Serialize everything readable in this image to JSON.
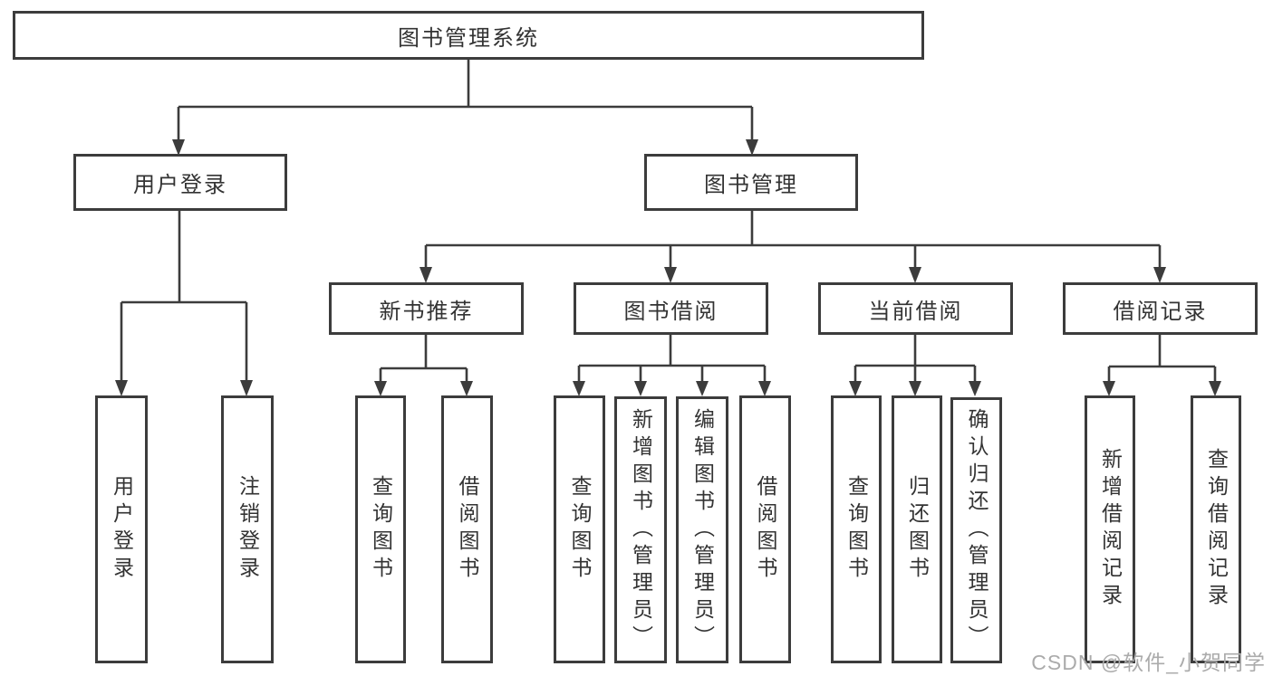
{
  "tree": {
    "label": "图书管理系统",
    "children": [
      {
        "label": "用户登录",
        "children": [
          {
            "label": "用户登录"
          },
          {
            "label": "注销登录"
          }
        ]
      },
      {
        "label": "图书管理",
        "children": [
          {
            "label": "新书推荐",
            "children": [
              {
                "label": "查询图书"
              },
              {
                "label": "借阅图书"
              }
            ]
          },
          {
            "label": "图书借阅",
            "children": [
              {
                "label": "查询图书"
              },
              {
                "label": "新增图书（管理员）"
              },
              {
                "label": "编辑图书（管理员）"
              },
              {
                "label": "借阅图书"
              }
            ]
          },
          {
            "label": "当前借阅",
            "children": [
              {
                "label": "查询图书"
              },
              {
                "label": "归还图书"
              },
              {
                "label": "确认归还（管理员）"
              }
            ]
          },
          {
            "label": "借阅记录",
            "children": [
              {
                "label": "新增借阅记录"
              },
              {
                "label": "查询借阅记录"
              }
            ]
          }
        ]
      }
    ]
  },
  "watermark": "CSDN @软件_小贺同学",
  "colors": {
    "line": "#3c3c3c",
    "text": "#333333",
    "watermark": "#ababab",
    "background": "#ffffff"
  }
}
